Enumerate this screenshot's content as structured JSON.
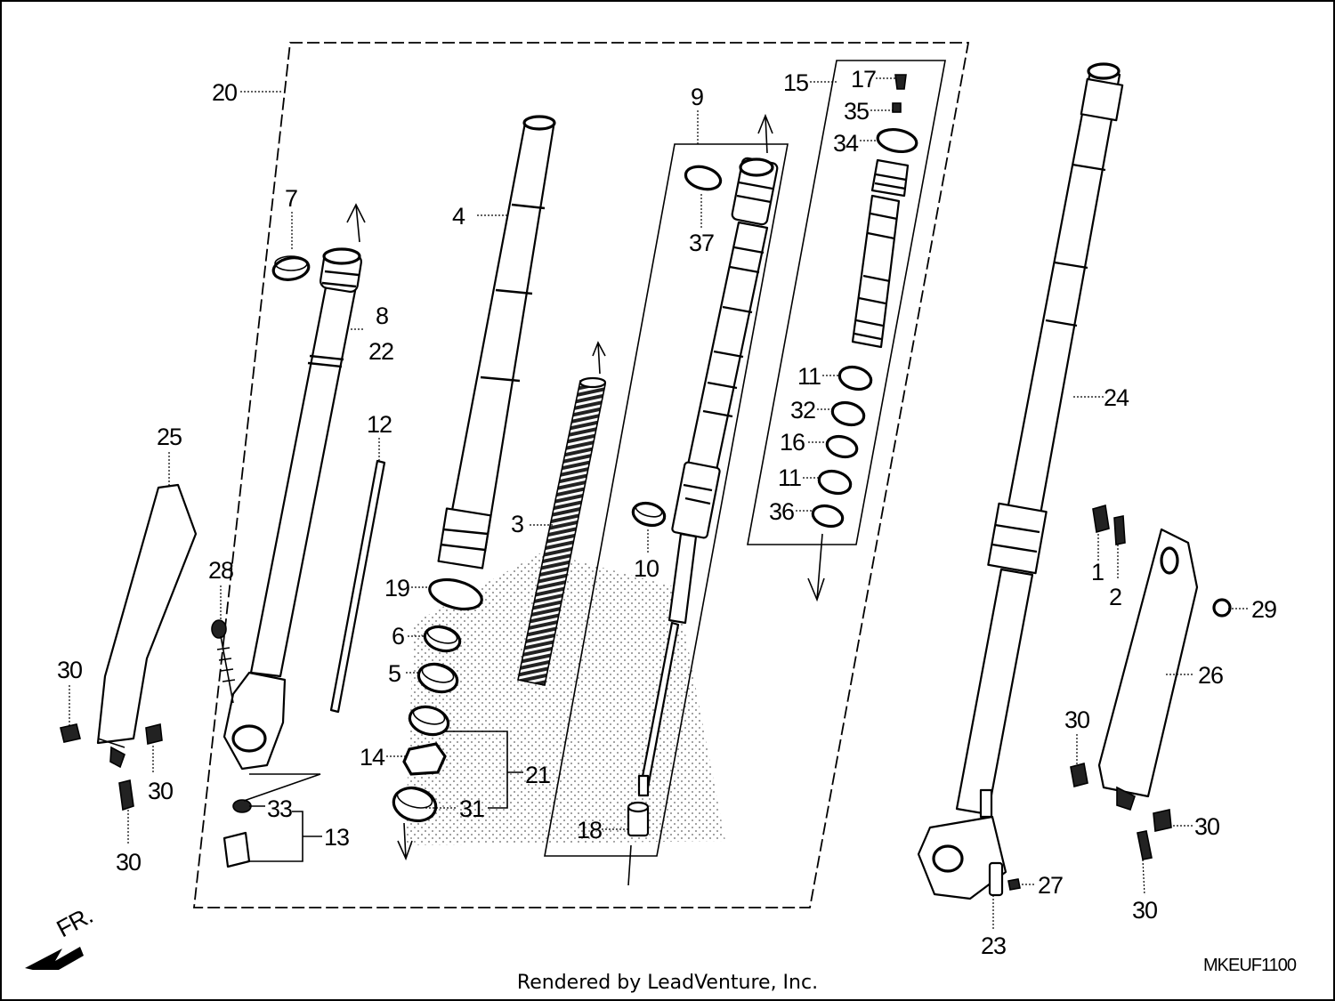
{
  "diagram": {
    "callouts": [
      "1",
      "2",
      "3",
      "4",
      "5",
      "6",
      "7",
      "8",
      "9",
      "10",
      "11",
      "11",
      "12",
      "13",
      "14",
      "15",
      "16",
      "17",
      "18",
      "19",
      "20",
      "21",
      "22",
      "23",
      "24",
      "25",
      "26",
      "27",
      "28",
      "29",
      "30",
      "30",
      "30",
      "30",
      "30",
      "30",
      "31",
      "32",
      "33",
      "34",
      "35",
      "36",
      "37"
    ],
    "front_label": "FR.",
    "diagram_code": "MKEUF1100"
  },
  "footer": {
    "credit": "Rendered by LeadVenture, Inc."
  }
}
